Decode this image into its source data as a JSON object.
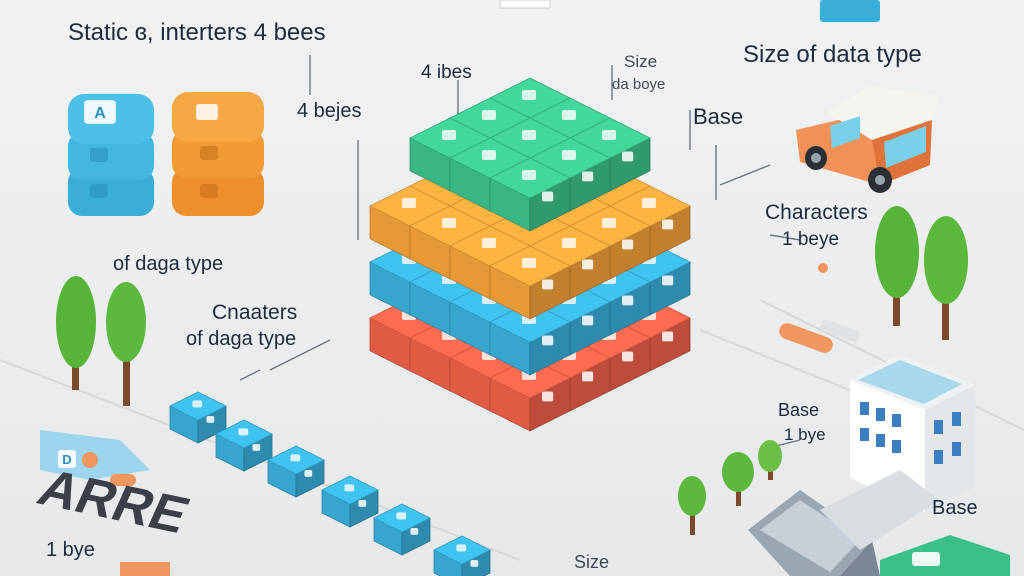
{
  "labels": {
    "static_integers": "Static ɞ, interters 4 bees",
    "size_of_data_type": "Size of data type",
    "four_ibes": "4 ibes",
    "size_small": "Size",
    "da_boye": "da boye",
    "four_bejes": "4 bejes",
    "base_top": "Base",
    "characters": "Characters",
    "one_beye": "1 beye",
    "of_daga_type_left": "of daga type",
    "cnaaters": "Cnaaters",
    "of_daga_type_mid": "of daga type",
    "base_mid": "Base",
    "one_bye_mid": "1 bye",
    "base_bottom": "Base",
    "size_bottom": "Size",
    "one_bye_bottom": "1 bye",
    "arre": "ARRE",
    "badge_a": "A",
    "badge_d": "D"
  },
  "colors": {
    "background": "#eceeef",
    "green": "#3cc08a",
    "orange": "#f3a03a",
    "blue": "#3aaed8",
    "red": "#ec6048",
    "text": "#1c2b3f"
  },
  "icons": [
    "cylinder-stack-icon",
    "car-icon",
    "tree-icon",
    "building-icon",
    "cube-icon",
    "pill-icon"
  ]
}
